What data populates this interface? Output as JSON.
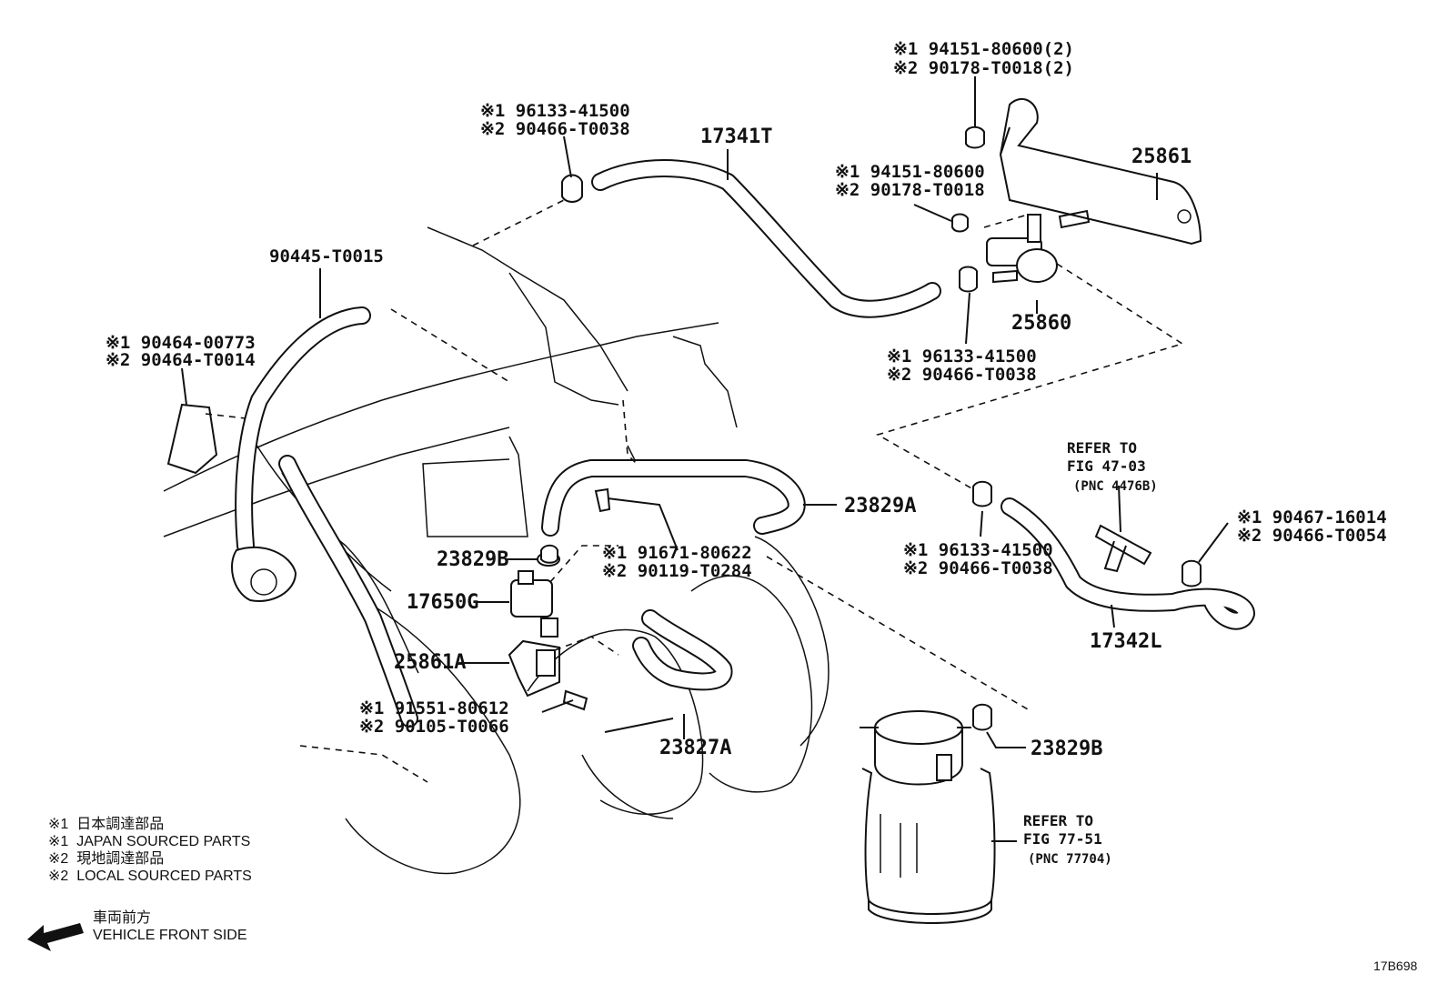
{
  "diagram": {
    "figure_code": "17B698",
    "legend": {
      "line1": "※1  日本調達部品",
      "line2": "※1  JAPAN SOURCED PARTS",
      "line3": "※2  現地調達部品",
      "line4": "※2  LOCAL SOURCED PARTS"
    },
    "front": {
      "line1": "車両前方",
      "line2": "VEHICLE FRONT SIDE"
    },
    "callouts": {
      "c1": {
        "a": "※1 94151-80600(2)",
        "b": "※2 90178-T0018(2)"
      },
      "c2": {
        "a": "※1 96133-41500",
        "b": "※2 90466-T0038"
      },
      "c3": {
        "a": "※1 94151-80600",
        "b": "※2 90178-T0018"
      },
      "c4": {
        "a": "※1 96133-41500",
        "b": "※2 90466-T0038"
      },
      "c5": {
        "a": "※1 90464-00773",
        "b": "※2 90464-T0014"
      },
      "c6": {
        "a": "※1 91671-80622",
        "b": "※2 90119-T0284"
      },
      "c7": {
        "a": "※1 96133-41500",
        "b": "※2 90466-T0038"
      },
      "c8": {
        "a": "※1 90467-16014",
        "b": "※2 90466-T0054"
      },
      "c9": {
        "a": "※1 91551-80612",
        "b": "※2 90105-T0066"
      }
    },
    "parts": {
      "p17341T": "17341T",
      "p25861": "25861",
      "p25860": "25860",
      "p90445": "90445-T0015",
      "p23829A": "23829A",
      "p23829B_1": "23829B",
      "p23829B_2": "23829B",
      "p17650G": "17650G",
      "p25861A": "25861A",
      "p23827A": "23827A",
      "p17342L": "17342L"
    },
    "refers": {
      "r1": {
        "a": "REFER TO",
        "b": "FIG 47-03",
        "c": "(PNC 4476B)"
      },
      "r2": {
        "a": "REFER TO",
        "b": "FIG 77-51",
        "c": "(PNC 77704)"
      }
    }
  }
}
